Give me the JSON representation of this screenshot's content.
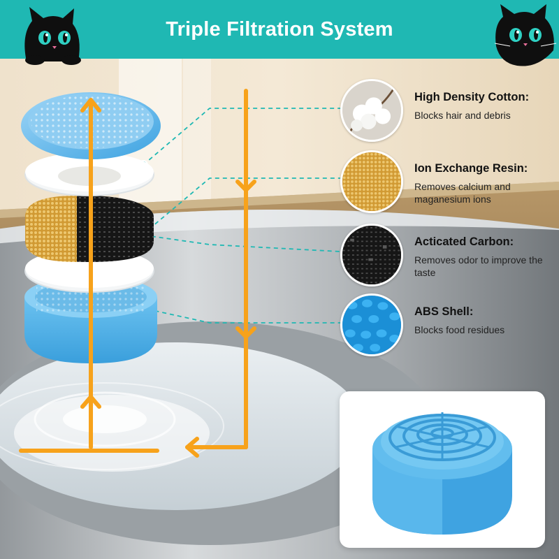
{
  "header": {
    "title": "Triple Filtration System"
  },
  "features": [
    {
      "icon": "cotton-icon",
      "title": "High Density Cotton:",
      "description": "Blocks hair and debris"
    },
    {
      "icon": "resin-icon",
      "title": "Ion Exchange Resin:",
      "description": "Removes calcium and maganesium ions"
    },
    {
      "icon": "carbon-icon",
      "title": "Acticated Carbon:",
      "description": "Removes odor to improve the taste"
    },
    {
      "icon": "abs-pellets-icon",
      "title": "ABS Shell:",
      "description": "Blocks food residues"
    }
  ],
  "colors": {
    "teal": "#1fb8b3",
    "arrow_orange": "#f7a21b",
    "filter_blue": "#5bb8ea",
    "resin_gold": "#d7a53e",
    "carbon_black": "#1d1d1d"
  }
}
